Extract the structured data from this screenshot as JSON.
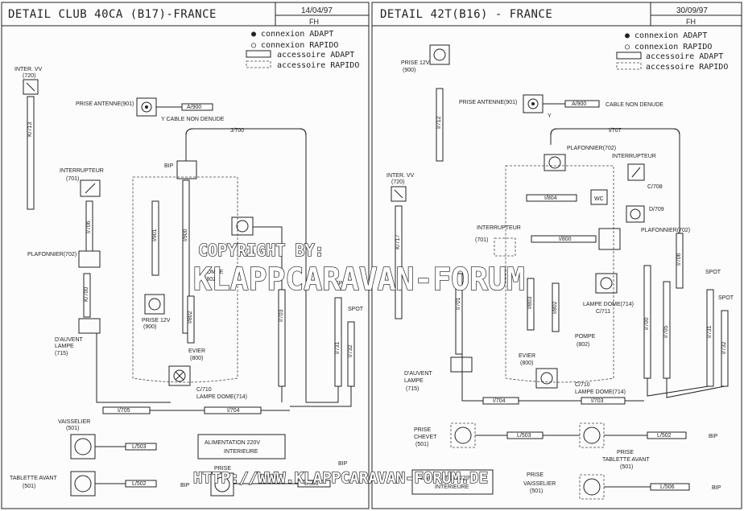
{
  "left": {
    "title": "DETAIL CLUB 40CA (B17)-FRANCE",
    "date": "14/04/97",
    "initials": "FH",
    "legend": [
      "● connexion ADAPT",
      "○ connexion RAPIDO",
      "accessoire ADAPT",
      "accessoire RAPIDO"
    ],
    "labels": {
      "inter_vv": "INTER. VV",
      "inter_vv_code": "(720)",
      "k713": "K/713",
      "prise_antenne": "PRISE ANTENNE(901)",
      "a900": "A/900",
      "y_cable": "Y CABLE NON DENUDE",
      "j700": "J/700",
      "bip": "BIP",
      "interrupteur": "INTERRUPTEUR",
      "interrupteur_code": "(701)",
      "i706": "I/706",
      "plafonnier": "PLAFONNIER(702)",
      "k700": "K/700",
      "i901": "I/901",
      "i900": "I/900",
      "prise12v": "PRISE 12V",
      "prise12v_code": "(900)",
      "pompe": "POMPE",
      "pompe_code": "(802)",
      "i802": "I/802",
      "c711": "C/711",
      "i703": "I/703",
      "spot1": "SPOT",
      "spot2": "SPOT",
      "i731": "I/731",
      "i732": "I/732",
      "dauvent": "D'AUVENT",
      "lampe": "LAMPE",
      "lampe_code": "(715)",
      "evier": "EVIER",
      "evier_code": "(800)",
      "c710": "C/710",
      "lampe_dome": "LAMPE DOME(714)",
      "i705": "I/705",
      "i704": "I/704",
      "vaisselier": "VAISSELIER",
      "vaisselier_code": "(501)",
      "l503": "L/503",
      "alim_1": "ALIMENTATION 220V",
      "alim_2": "INTERIEURE",
      "tablette": "TABLETTE AVANT",
      "tablette_code": "(501)",
      "l502": "L/502",
      "bip2": "BIP",
      "prise_bottom": "PRISE",
      "bip3": "BIP",
      "l503b": "L/503"
    }
  },
  "right": {
    "title": "DETAIL 42T(B16) - FRANCE",
    "date": "30/09/97",
    "initials": "FH",
    "legend": [
      "● connexion ADAPT",
      "○ connexion RAPIDO",
      "accessoire ADAPT",
      "accessoire RAPIDO"
    ],
    "labels": {
      "prise12v": "PRISE 12V",
      "prise12v_code": "(900)",
      "i712": "I/712",
      "prise_antenne": "PRISE ANTENNE(901)",
      "a900": "A/900",
      "cable_nd": "CABLE NON DENUDE",
      "y": "Y",
      "i707": "I/707",
      "plafonnier": "PLAFONNIER(702)",
      "interrupteur_top": "INTERRUPTEUR",
      "inter_vv": "INTER. VV",
      "inter_vv_code": "(720)",
      "k717": "K/717",
      "i804": "I/804",
      "wc": "WC",
      "c708": "C/708",
      "d709": "D/709",
      "plafonnier2": "PLAFONNIER(702)",
      "interrupteur": "INTERRUPTEUR",
      "interrupteur_code": "(701)",
      "i800": "I/800",
      "i706": "I/706",
      "spot1": "SPOT",
      "spot2": "SPOT",
      "i701": "I/701",
      "i803": "I/803",
      "i802": "I/802",
      "lampe_dome": "LAMPE DOME(714)",
      "c711": "C/711",
      "i700": "I/700",
      "i705": "I/705",
      "i731": "I/731",
      "i732": "I/732",
      "pompe": "POMPE",
      "pompe_code": "(802)",
      "evier": "EVIER",
      "evier_code": "(800)",
      "dauvent": "D'AUVENT",
      "lampe": "LAMPE",
      "lampe_code": "(715)",
      "c710": "C/710",
      "lampe_dome2": "LAMPE DOME(714)",
      "i704": "I/704",
      "i703": "I/703",
      "prise_chevet": "PRISE",
      "chevet": "CHEVET",
      "chevet_code": "(501)",
      "l503": "L/503",
      "l502": "L/502",
      "bip": "BIP",
      "prise_tab": "PRISE",
      "tablette": "TABLETTE AVANT",
      "tablette_code": "(501)",
      "alim_1": "ALIMENTATION 220V",
      "alim_2": "INTERIEURE",
      "prise_v": "PRISE",
      "vaisselier": "VAISSELIER",
      "vaisselier_code": "(501)",
      "l506": "L/506",
      "bip2": "BIP"
    }
  },
  "watermark": {
    "line1": "COPYRIGHT BY:",
    "line2": "KLAPPCARAVAN-FORUM",
    "url": "HTTP://WWW.KLAPPCARAVAN-FORUM.DE"
  }
}
